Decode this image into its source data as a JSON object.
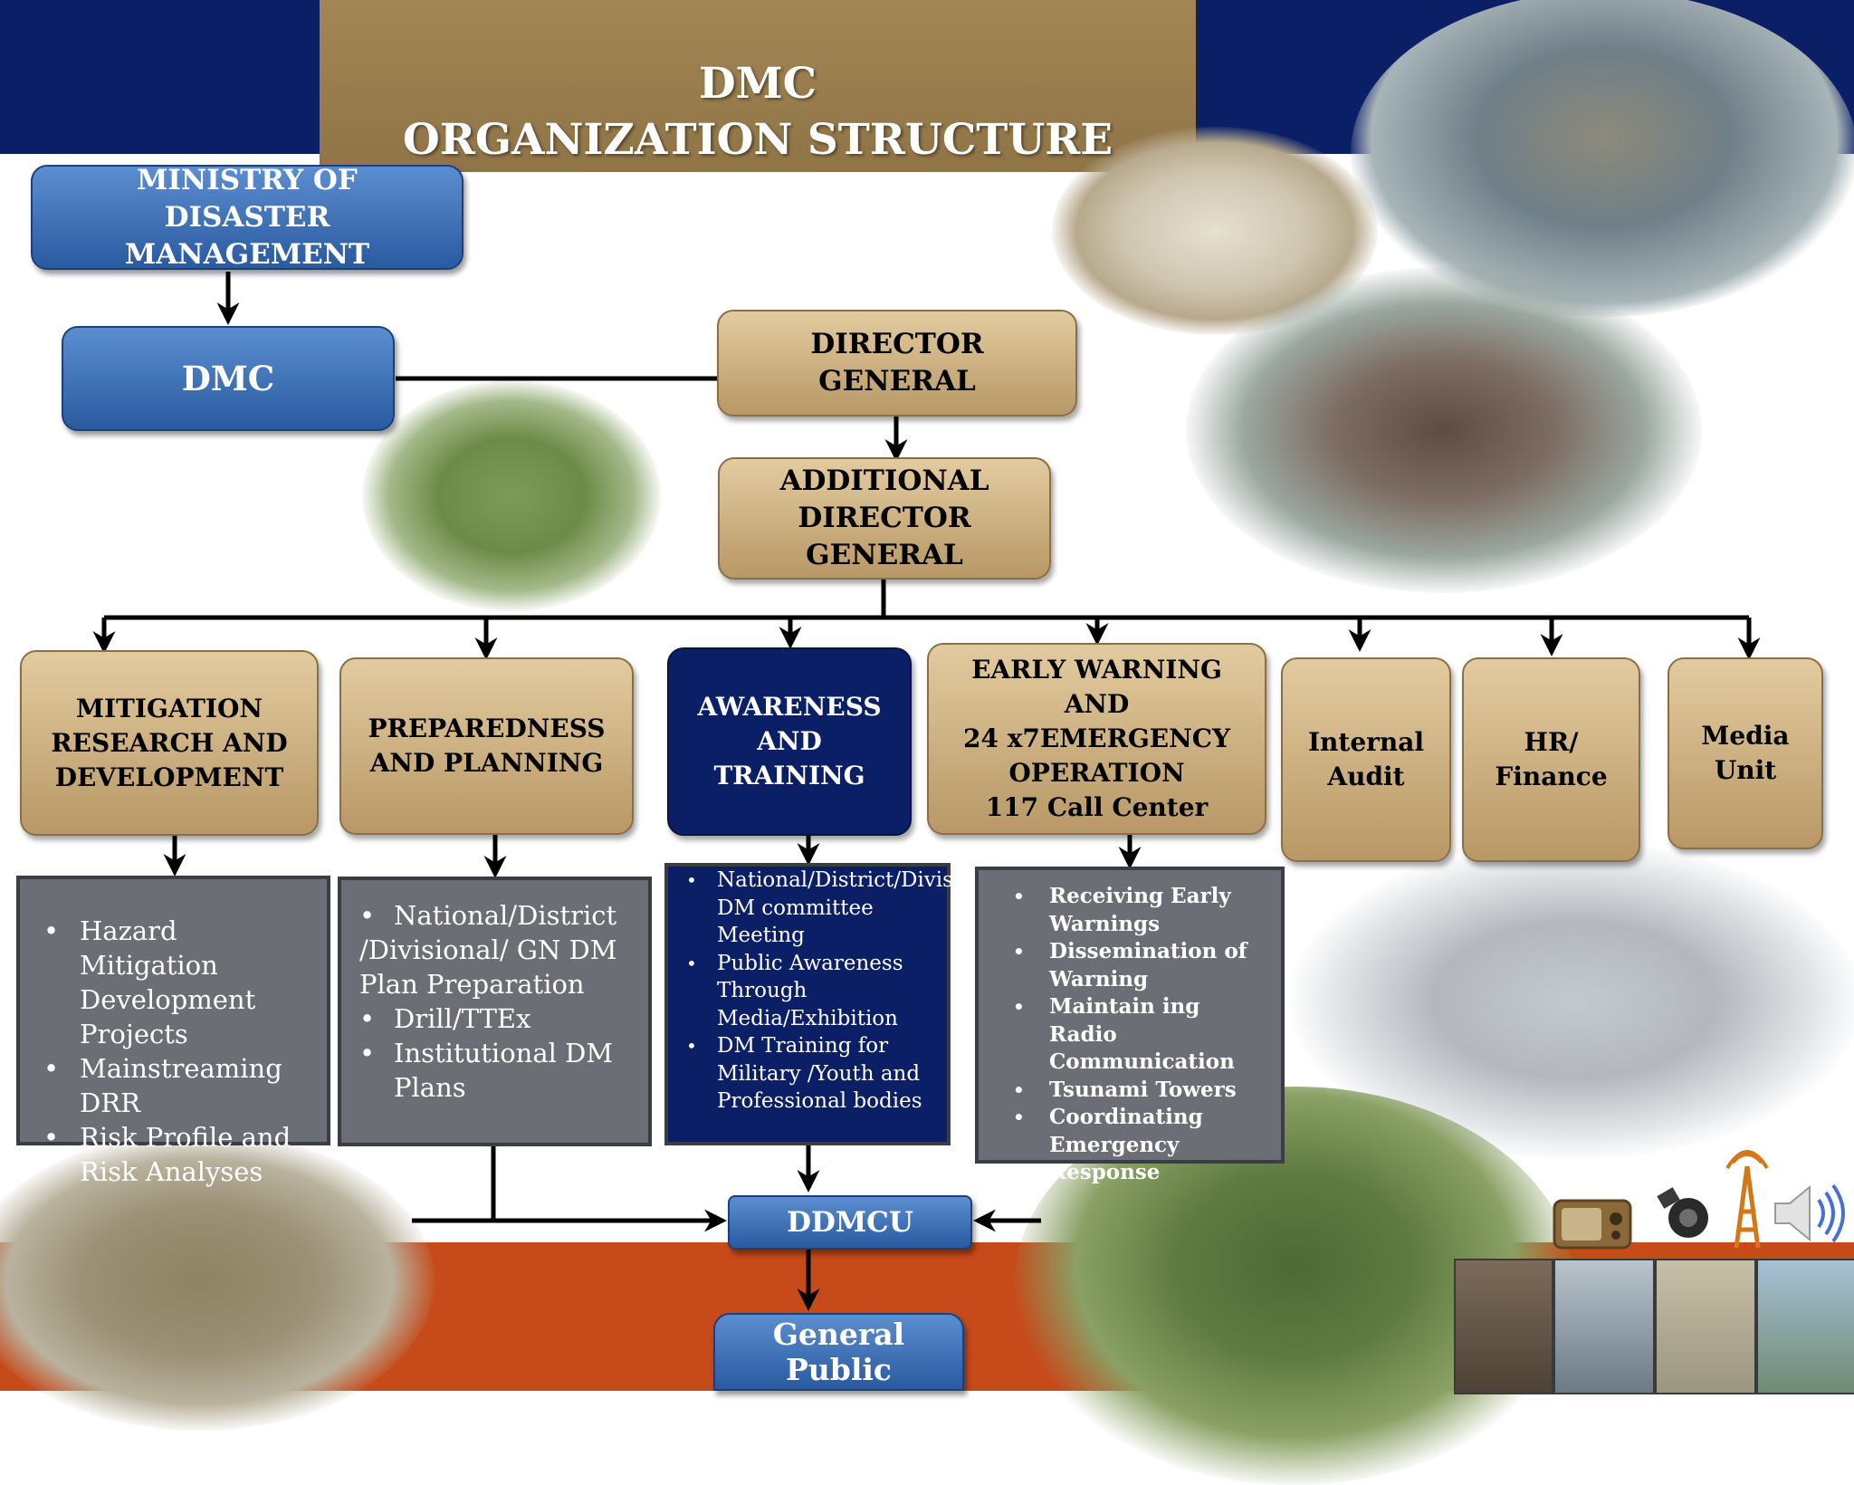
{
  "title": {
    "line1": "DMC",
    "line2": "ORGANIZATION STRUCTURE"
  },
  "boxes": {
    "ministry": "MINISTRY OF DISASTER MANAGEMENT",
    "dmc": "DMC",
    "director_general": "DIRECTOR GENERAL",
    "additional_director_general": "ADDITIONAL DIRECTOR GENERAL",
    "mitigation": "MITIGATION RESEARCH AND DEVELOPMENT",
    "preparedness": "PREPAREDNESS AND PLANNING",
    "awareness": "AWARENESS AND TRAINING",
    "early_warning": {
      "line1": "EARLY WARNING",
      "line2": "AND",
      "line3": "24 x7EMERGENCY",
      "line4": "OPERATION",
      "line5": "117 Call Center"
    },
    "internal_audit": "Internal Audit",
    "hr_finance": "HR/ Finance",
    "media_unit": "Media Unit",
    "ddmcu": "DDMCU",
    "general_public": "General Public"
  },
  "details": {
    "mitigation": [
      "Hazard Mitigation Development Projects",
      "Mainstreaming DRR",
      "Risk Profile and Risk Analyses"
    ],
    "preparedness": {
      "item1_line1": "National/District",
      "item1_line2": "/Divisional/ GN DM",
      "item1_line3": "Plan Preparation",
      "item2": "Drill/TTEx",
      "item3": "Institutional DM Plans"
    },
    "awareness": [
      "National/District/Divisional DM committee Meeting",
      "Public Awareness Through Media/Exhibition",
      "DM Training for Military /Youth and Professional bodies"
    ],
    "early_warning": [
      "Receiving Early Warnings",
      "Dissemination of Warning",
      "Maintain ing  Radio Communication",
      "Tsunami Towers",
      "Coordinating Emergency Response"
    ]
  },
  "colors": {
    "navy": "#0a1f66",
    "tan": "#c9ad7e",
    "blue": "#3a6db4",
    "gray": "#6c6e75",
    "orange": "#c64a1a"
  },
  "icons": [
    "radio-icon",
    "camera-icon",
    "tower-icon",
    "speaker-icon",
    "phone-icon",
    "megaphone-icon",
    "building-icon"
  ]
}
